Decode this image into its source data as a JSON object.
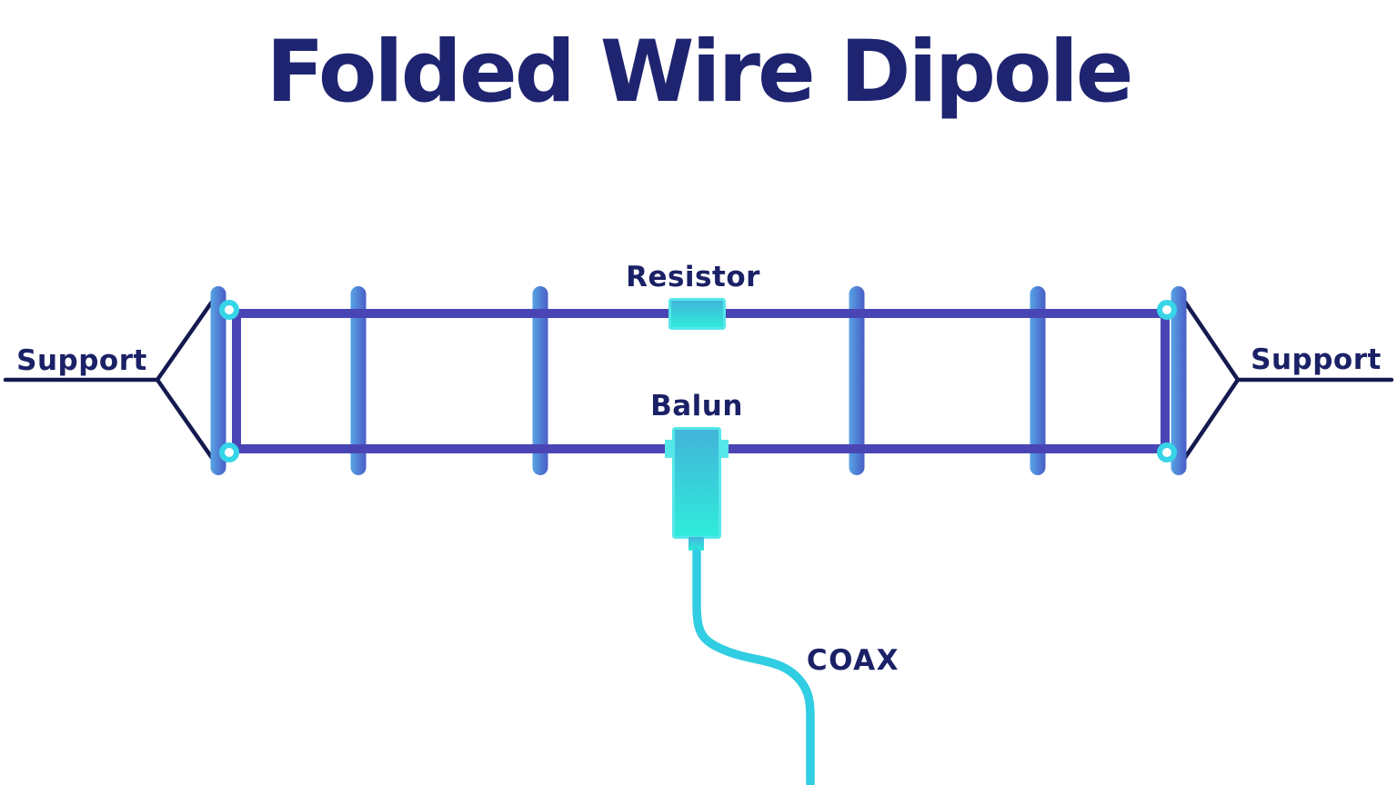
{
  "title": "Folded Wire Dipole",
  "labels": {
    "support_left": "Support",
    "support_right": "Support",
    "resistor": "Resistor",
    "balun": "Balun",
    "coax": "COAX"
  },
  "colors": {
    "background": "#ffffff",
    "title_text": "#1e2470",
    "label_text": "#1b2166",
    "support_line": "#141a4f",
    "wire": "#4a45b5",
    "spreader_light": "#57a3e3",
    "spreader_dark": "#4a5ec7",
    "component_top": "#42b4da",
    "component_bottom": "#2fecda",
    "component_border": "#55e7e9",
    "ring": "#36d5e8",
    "coax": "#31cde2"
  }
}
